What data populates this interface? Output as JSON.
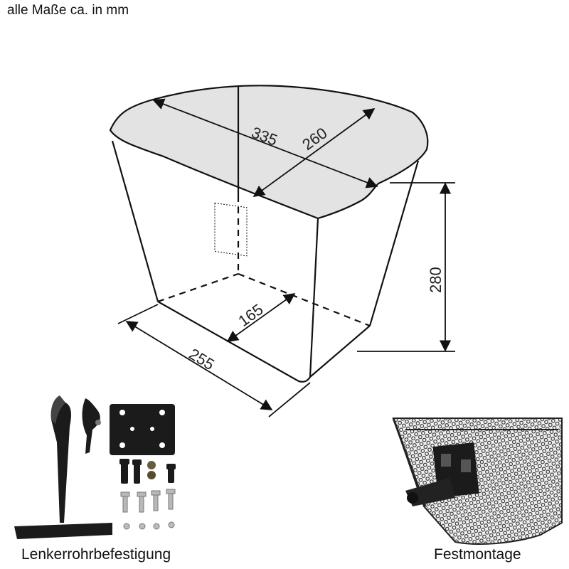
{
  "header": {
    "note": "alle Maße ca. in mm"
  },
  "dimensions": {
    "top_diagonal": "335",
    "top_depth": "260",
    "height": "280",
    "bottom_depth": "165",
    "bottom_width": "255"
  },
  "captions": {
    "left": "Lenkerrohrbefestigung",
    "right": "Festmontage"
  },
  "colors": {
    "top_fill": "#e3e3e3",
    "line": "#111111",
    "metal": "#1b1b1b"
  }
}
